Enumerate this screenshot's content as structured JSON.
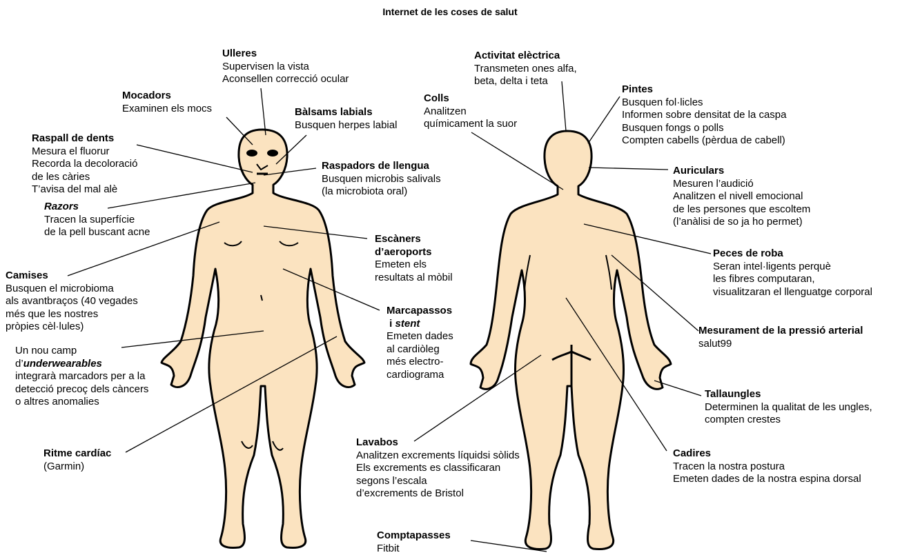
{
  "title": "Internet de les coses de salut",
  "labels": {
    "ulleres": {
      "title": "Ulleres",
      "lines": [
        "Supervisen la vista",
        "Aconsellen correcció ocular"
      ]
    },
    "mocadors": {
      "title": "Mocadors",
      "lines": [
        "Examinen els mocs"
      ]
    },
    "balsams": {
      "title": "Bàlsams labials",
      "lines": [
        "Busquen herpes labial"
      ]
    },
    "raspall": {
      "title": "Raspall de dents",
      "lines": [
        "Mesura el fluorur",
        "Recorda la decoloració",
        "de les càries",
        "T’avisa del mal alè"
      ]
    },
    "raspadors": {
      "title": "Raspadors de llengua",
      "lines": [
        "Busquen microbis salivals",
        "(la microbiota oral)"
      ]
    },
    "razors": {
      "title": "Razors",
      "lines": [
        "Tracen la superfície",
        "de la pell buscant acne"
      ]
    },
    "escaners": {
      "title_1": "Escàners",
      "title_2": "d’aeroports",
      "lines": [
        "Emeten els",
        "resultats al mòbil"
      ]
    },
    "camises": {
      "title": "Camises",
      "lines": [
        "Busquen el microbioma",
        "als avantbraços (40 vegades",
        "més que les nostres",
        "pròpies cèl·lules)"
      ]
    },
    "marcapassos": {
      "title_1": "Marcapassos",
      "title_2a": "i ",
      "title_2b": "stent",
      "lines": [
        "Emeten dades",
        "al cardiòleg",
        "més electro-",
        "cardiograma"
      ]
    },
    "underwear": {
      "line1": "Un nou camp",
      "line2a": "d’",
      "line2b": "underwearables",
      "lines": [
        "integrarà marcadors per a la",
        "detecció precoç dels càncers",
        "o altres anomalies"
      ]
    },
    "ritme": {
      "title": "Ritme cardíac",
      "lines": [
        "(Garmin)"
      ]
    },
    "activitat": {
      "title": "Activitat elèctrica",
      "lines": [
        "Transmeten ones alfa,",
        "beta, delta i teta"
      ]
    },
    "colls": {
      "title": "Colls",
      "lines": [
        "Analitzen",
        "químicament la suor"
      ]
    },
    "pintes": {
      "title": "Pintes",
      "lines": [
        "Busquen fol·licles",
        "Informen sobre densitat de la caspa",
        "Busquen fongs o polls",
        "Compten cabells (pèrdua de cabell)"
      ]
    },
    "auriculars": {
      "title": "Auriculars",
      "lines": [
        "Mesuren l’audició",
        "Analitzen el nivell emocional",
        "de les persones que escoltem",
        "(l’anàlisi de so ja ho permet)"
      ]
    },
    "peces": {
      "title": "Peces de roba",
      "lines": [
        "Seran intel·ligents perquè",
        "les fibres computaran,",
        "visualitzaran el llenguatge corporal"
      ]
    },
    "pressio": {
      "title": "Mesurament de la pressió arterial",
      "lines": [
        "salut99"
      ]
    },
    "tallaungles": {
      "title": "Tallaungles",
      "lines": [
        "Determinen la qualitat de les ungles,",
        "compten crestes"
      ]
    },
    "cadires": {
      "title": "Cadires",
      "lines": [
        "Tracen la nostra postura",
        "Emeten dades de la nostra espina dorsal"
      ]
    },
    "lavabos": {
      "title": "Lavabos",
      "lines": [
        "Analitzen excrements líquidsi sòlids",
        "Els excrements es classificaran",
        "segons l’escala",
        "d’excrements de Bristol"
      ]
    },
    "comptapasses": {
      "title": "Comptapasses",
      "lines": [
        "Fitbit"
      ]
    }
  },
  "colors": {
    "skin": "#fbe3c0",
    "outline": "#000000",
    "text": "#000000"
  }
}
